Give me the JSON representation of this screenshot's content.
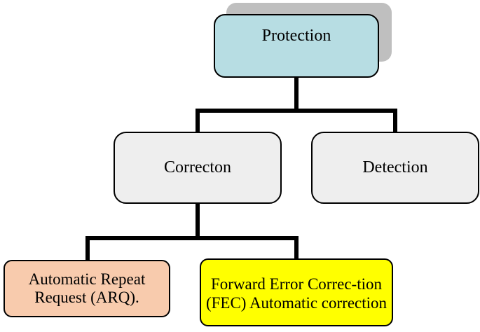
{
  "diagram": {
    "nodes": [
      {
        "id": "protection",
        "label": "Protection",
        "fill": "#b7dde3"
      },
      {
        "id": "correction",
        "label": "Correcton",
        "fill": "#eeeeee"
      },
      {
        "id": "detection",
        "label": "Detection",
        "fill": "#eeeeee"
      },
      {
        "id": "arq",
        "label": "Automatic Repeat Request (ARQ).",
        "fill": "#f8cbad"
      },
      {
        "id": "fec",
        "label": "Forward Error Correc-tion (FEC) Automatic correction",
        "fill": "#ffff00"
      }
    ],
    "edges": [
      {
        "from": "protection",
        "to": "correction"
      },
      {
        "from": "protection",
        "to": "detection"
      },
      {
        "from": "correction",
        "to": "arq"
      },
      {
        "from": "correction",
        "to": "fec"
      }
    ],
    "connector_color": "#000000",
    "shadow_color": "#bfbfbf"
  }
}
